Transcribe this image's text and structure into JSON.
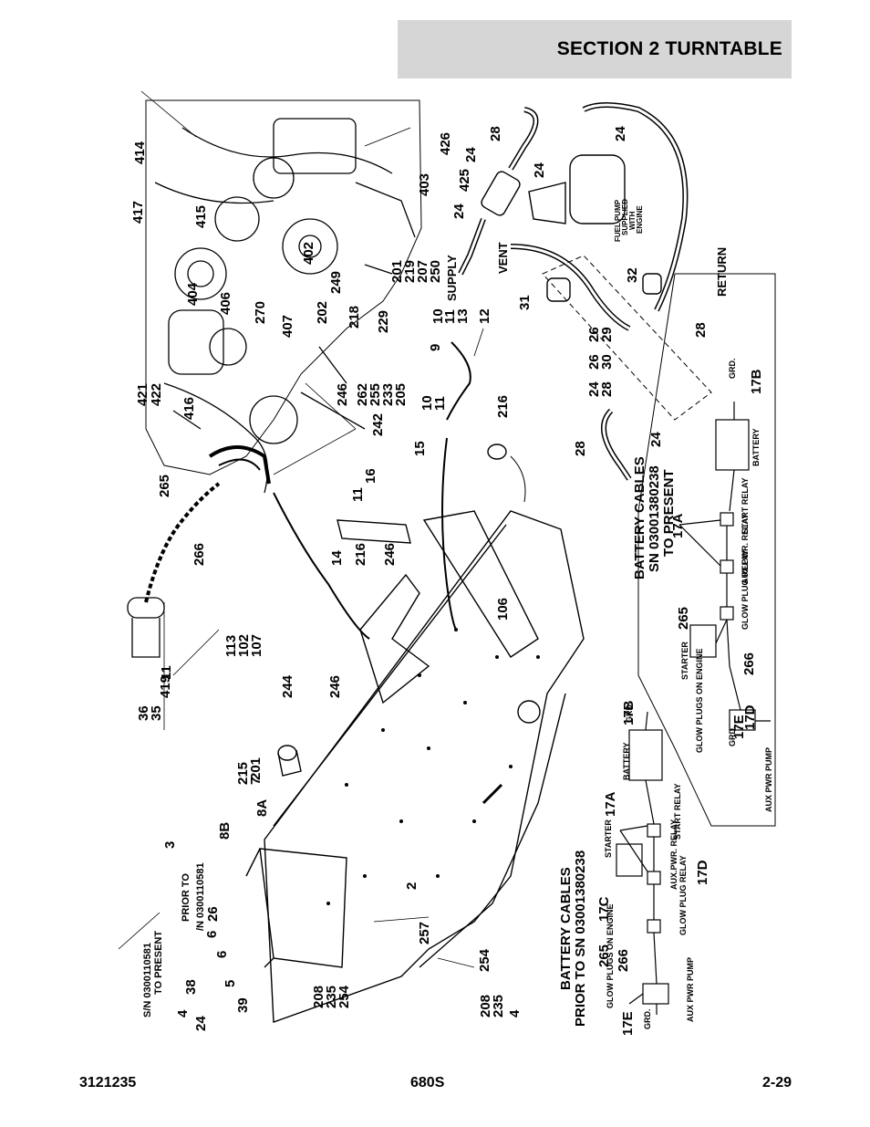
{
  "header": {
    "title": "SECTION 2   TURNTABLE"
  },
  "footer": {
    "doc_number": "3121235",
    "model": "680S",
    "page": "2-29"
  },
  "diagram": {
    "callouts_main": [
      "414",
      "417",
      "415",
      "426",
      "28",
      "24",
      "24",
      "24",
      "425",
      "24",
      "404",
      "406",
      "402",
      "403",
      "201",
      "219",
      "207",
      "250",
      "SUPPLY",
      "VENT",
      "31",
      "270",
      "407",
      "202",
      "249",
      "218",
      "229",
      "10",
      "11",
      "13",
      "12",
      "9",
      "421",
      "422",
      "416",
      "246",
      "262",
      "255",
      "233",
      "205",
      "242",
      "10",
      "11",
      "216",
      "15",
      "11",
      "16",
      "265",
      "266",
      "14",
      "216",
      "246",
      "106",
      "113",
      "102",
      "107",
      "11",
      "36",
      "35",
      "419",
      "244",
      "246",
      "201",
      "215",
      "7",
      "8A",
      "8B",
      "3",
      "2",
      "257",
      "254",
      "208",
      "235",
      "254",
      "208",
      "235",
      "4",
      "6",
      "6",
      "5",
      "39",
      "38",
      "4",
      "24",
      "26",
      "32",
      "26",
      "29",
      "26",
      "30",
      "24",
      "28",
      "24",
      "28",
      "28",
      "RETURN"
    ],
    "notes": [
      "PRIOR TO S/N 0300110581",
      "S/N 0300110581 TO PRESENT",
      "FUEL PUMP SUPPLIED WITH ENGINE"
    ],
    "schematic_top": {
      "title_lines": [
        "BATTERY CABLES",
        "SN 03001380238",
        "TO PRESENT"
      ],
      "labels": [
        "17A",
        "17B",
        "265",
        "266",
        "17D",
        "17E",
        "GRD.",
        "GRD.",
        "BATTERY",
        "START RELAY",
        "AUX.PWR. RELAY",
        "GLOW PLUG RELAY",
        "STARTER",
        "GLOW PLUGS ON ENGINE",
        "AUX PWR PUMP"
      ]
    },
    "schematic_bottom": {
      "title_lines": [
        "BATTERY CABLES",
        "PRIOR TO SN 03001380238"
      ],
      "labels": [
        "17A",
        "17B",
        "17C",
        "17D",
        "17E",
        "265",
        "266",
        "GRD.",
        "GRD.",
        "BATTERY",
        "START RELAY",
        "AUX.PWR. RELAY",
        "GLOW PLUG RELAY",
        "STARTER",
        "GLOW PLUGS ON ENGINE",
        "AUX PWR PUMP"
      ]
    }
  }
}
